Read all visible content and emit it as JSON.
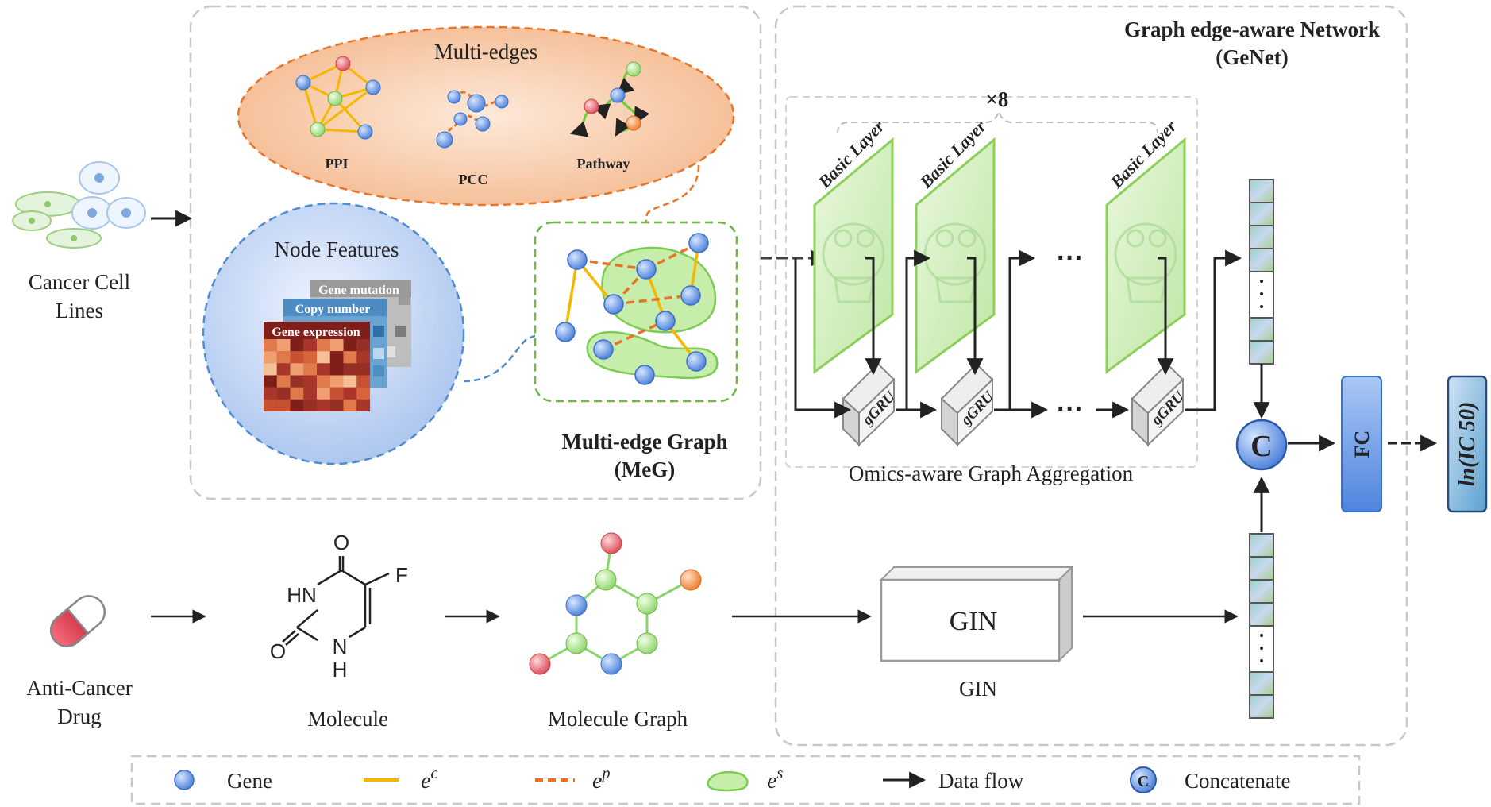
{
  "left_inputs": {
    "cells_label_line1": "Cancer Cell",
    "cells_label_line2": "Lines",
    "drug_label_line1": "Anti-Cancer",
    "drug_label_line2": "Drug"
  },
  "meg_panel": {
    "multi_edges_title": "Multi-edges",
    "ppi_label": "PPI",
    "pcc_label": "PCC",
    "pathway_label": "Pathway",
    "node_features_title": "Node Features",
    "gene_mutation_label": "Gene mutation",
    "copy_number_label": "Copy number",
    "gene_expression_label": "Gene expression",
    "graph_title_line1": "Multi-edge Graph",
    "graph_title_line2": "(MeG)"
  },
  "genet_panel": {
    "title_line1": "Graph edge-aware Network",
    "title_line2": "(GeNet)",
    "repeat_label": "×8",
    "basic_layer_label": "Basic Layer",
    "ggru_label": "gGRU",
    "ellipsis": "···",
    "aggregation_label": "Omics-aware Graph Aggregation",
    "gin_box_label": "GIN",
    "gin_caption": "GIN",
    "concat_symbol": "C",
    "fc_label": "FC",
    "output_label": "ln(IC 50)"
  },
  "drug_row": {
    "molecule_caption": "Molecule",
    "molecule_graph_caption": "Molecule Graph",
    "atom_o_top": "O",
    "atom_f": "F",
    "atom_hn": "HN",
    "atom_o_bottom": "O",
    "atom_n": "N",
    "atom_h": "H"
  },
  "legend": {
    "gene": "Gene",
    "ec_base": "e",
    "ec_sup": "c",
    "ep_base": "e",
    "ep_sup": "p",
    "es_base": "e",
    "es_sup": "s",
    "data_flow": "Data flow",
    "concat_symbol": "C",
    "concatenate": "Concatenate"
  },
  "colors": {
    "node_blue": "#5b8ee0",
    "node_green": "#a8e08a",
    "node_red": "#e0606a",
    "node_orange": "#f08a3a",
    "edge_yellow": "#f5b800",
    "edge_orange": "#e8742a",
    "sub_green": "#9fdc7a",
    "panel_border": "#c8c8c8",
    "ellipse_fill": "#f8d2b4",
    "circle_fill": "#c6d8f4",
    "fc_blue": "#6e9be8"
  }
}
